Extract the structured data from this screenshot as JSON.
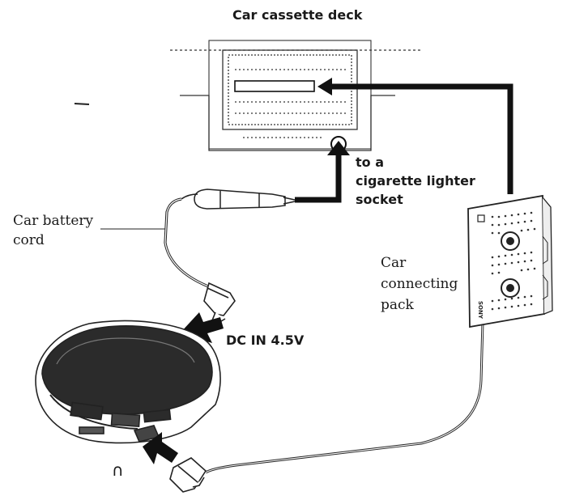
{
  "labels": {
    "deck": "Car cassette deck",
    "lighter_line1": "to a",
    "lighter_line2": "cigarette lighter",
    "lighter_line3": "socket",
    "battery_line1": "Car battery",
    "battery_line2": "cord",
    "pack_line1": "Car",
    "pack_line2": "connecting",
    "pack_line3": "pack",
    "dcin": "DC IN 4.5V",
    "headphone_symbol": "∩",
    "pack_brand": "SONY"
  },
  "icons": {
    "headphone": "headphone-icon",
    "arrow": "arrow-icon"
  },
  "colors": {
    "ink": "#1a1a1a",
    "background": "#ffffff"
  }
}
